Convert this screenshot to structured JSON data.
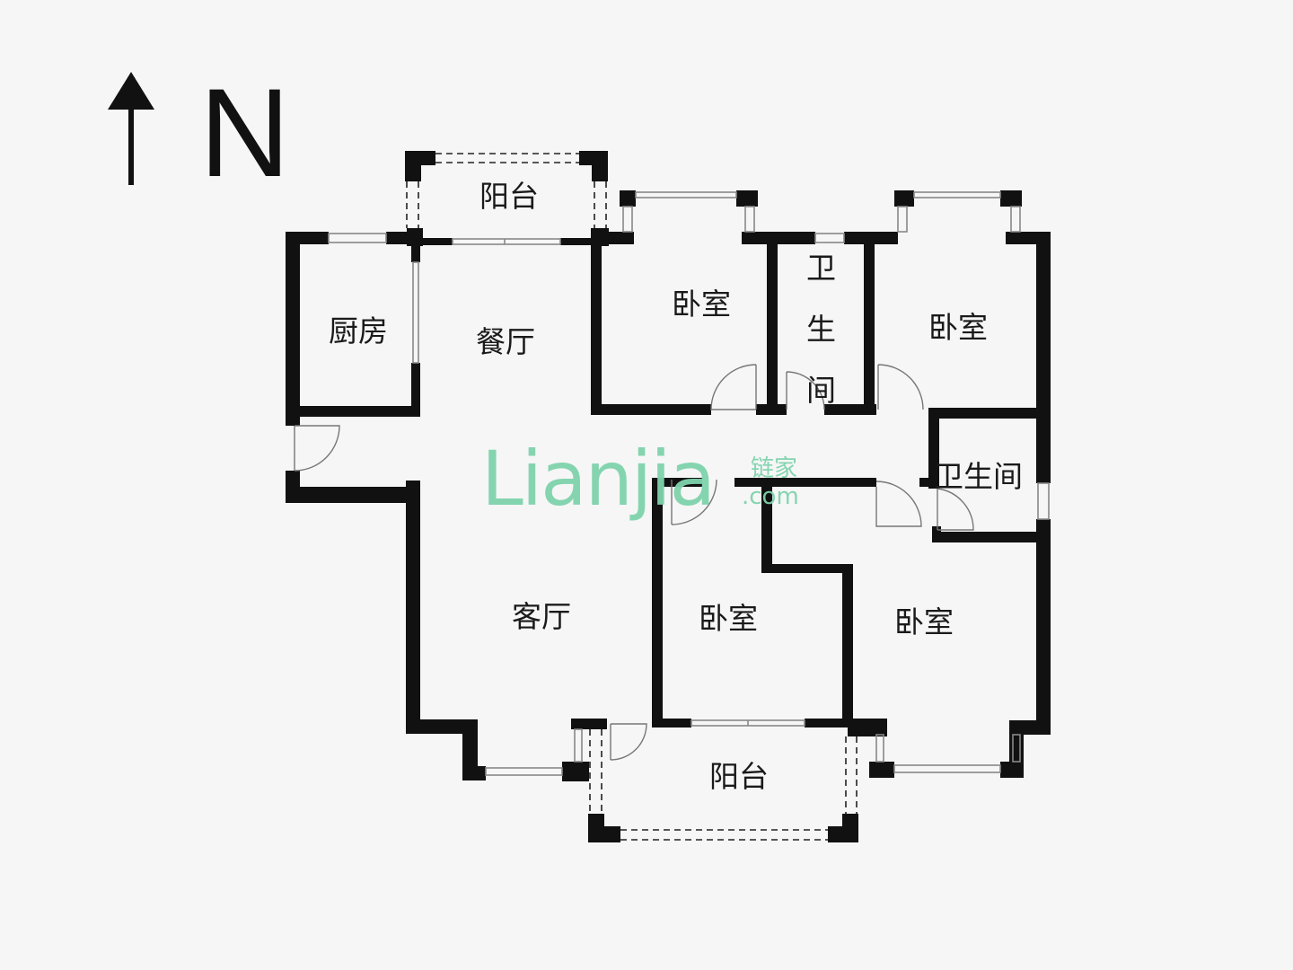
{
  "compass": {
    "label": "N"
  },
  "rooms": {
    "balcony_north": "阳台",
    "kitchen": "厨房",
    "dining": "餐厅",
    "bedroom_nw": "卧室",
    "bath_north": [
      "卫",
      "生",
      "间"
    ],
    "bedroom_ne": "卧室",
    "bath_east": "卫生间",
    "living": "客厅",
    "bedroom_center": "卧室",
    "bedroom_se": "卧室",
    "balcony_south": "阳台"
  },
  "watermark": {
    "brand": "Lianjia",
    "cn": "链家",
    "domain": ".com"
  },
  "colors": {
    "wall": "#111111",
    "background": "#f6f6f6",
    "watermark": "#7fd3ad"
  }
}
